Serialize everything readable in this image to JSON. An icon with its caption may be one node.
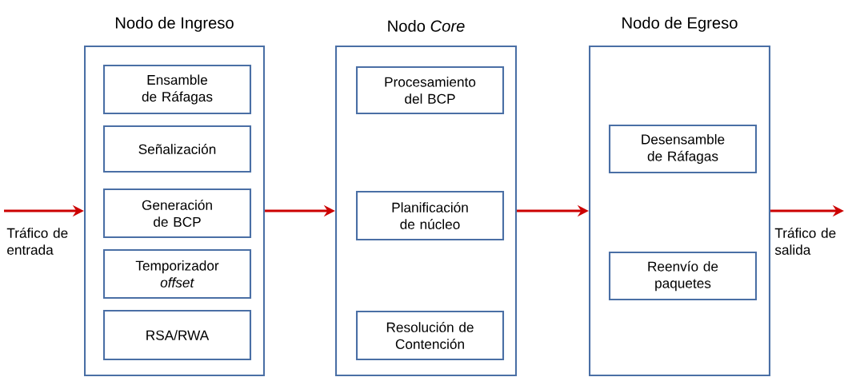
{
  "diagram": {
    "nodes": [
      {
        "text": [
          "Nodo de Ingreso"
        ]
      },
      {
        "text": [
          "Ensamble de Ráfagas"
        ],
        "in": 0
      },
      {
        "text": [
          "Señalización"
        ],
        "in": 0
      },
      {
        "text": [
          "Generación de BCP"
        ],
        "in": 0
      },
      {
        "text": [
          "Temporizador *offset*"
        ],
        "in": 0
      },
      {
        "text": [
          "RSA/RWA"
        ],
        "in": 0
      },
      {
        "text": [
          "Nodo *Core*"
        ]
      },
      {
        "text": [
          "Procesamiento del BCP"
        ],
        "in": 6
      },
      {
        "text": [
          "Planificación de núcleo"
        ],
        "in": 6
      },
      {
        "text": [
          "Resolución de Contención"
        ],
        "in": 6
      },
      {
        "text": [
          "Nodo de Egreso"
        ]
      },
      {
        "text": [
          "Desensamble de Ráfagas"
        ],
        "in": 10
      },
      {
        "text": [
          "Reenvío de paquetes"
        ],
        "in": 10
      }
    ],
    "edges": [
      {
        "from": null,
        "to": 0,
        "arrow": "to"
      },
      {
        "from": 0,
        "to": 6,
        "arrow": "to"
      },
      {
        "from": 6,
        "to": 10,
        "arrow": "to"
      },
      {
        "from": 10,
        "to": null,
        "arrow": "to"
      }
    ],
    "labels": [
      "Tráfico de entrada",
      "Tráfico de salida"
    ]
  }
}
